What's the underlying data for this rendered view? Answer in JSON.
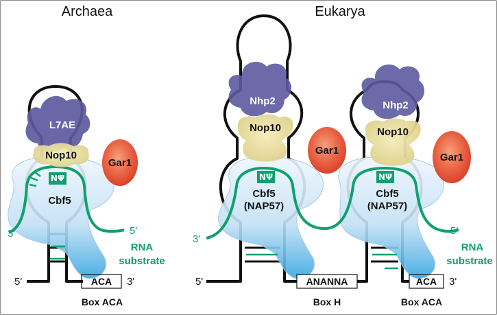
{
  "titles": {
    "archaea": "Archaea",
    "eukarya": "Eukarya"
  },
  "proteins": {
    "l7ae": "L7AE",
    "nop10": "Nop10",
    "gar1": "Gar1",
    "cbf5": "Cbf5",
    "cbf5_nap57_line1": "Cbf5",
    "cbf5_nap57_line2": "(NAP57)",
    "nhp2": "Nhp2",
    "n_psi": "NΨ"
  },
  "substrate": {
    "label_line1": "RNA",
    "label_line2": "substrate",
    "five_prime": "5'",
    "three_prime": "3'"
  },
  "ends": {
    "five_prime": "5'",
    "three_prime": "3'"
  },
  "boxes": {
    "aca_seq": "ACA",
    "box_h_seq": "ANANNA",
    "box_aca_caption": "Box ACA",
    "box_h_caption": "Box H"
  },
  "colors": {
    "rna_black": "#111111",
    "rna_substrate": "#10a06e",
    "l7ae_nhp2": "#5c5a9e",
    "nop10": "#e8dc9a",
    "gar1": "#e4553a",
    "cbf5_top": "#e3f0fb",
    "cbf5_bottom": "#3aa7e2"
  }
}
